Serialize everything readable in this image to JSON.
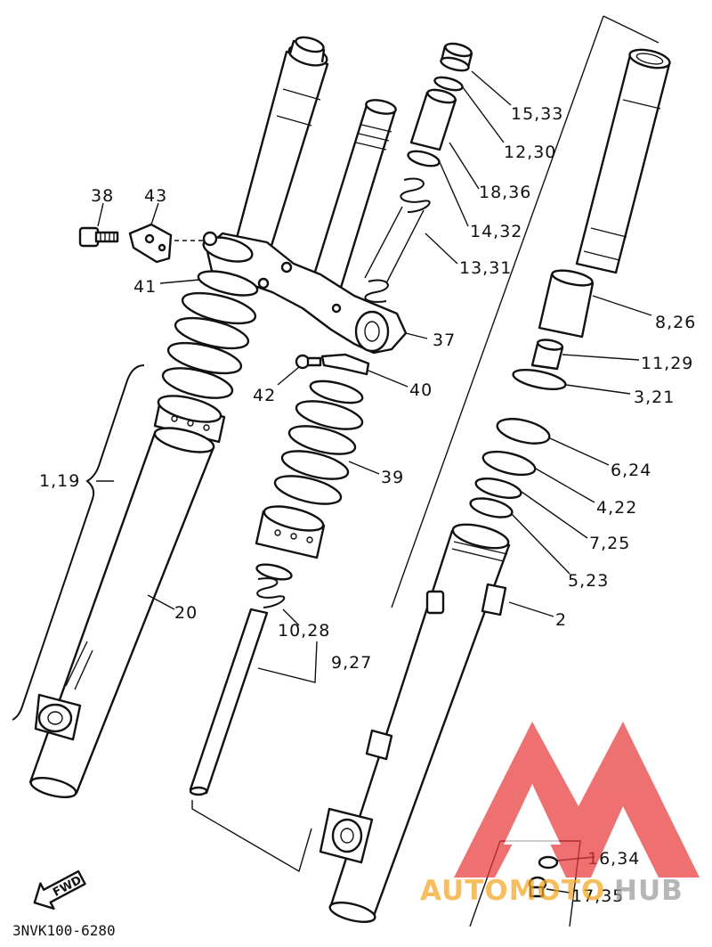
{
  "diagram": {
    "callouts": {
      "c15_33": "15,33",
      "c12_30": "12,30",
      "c18_36": "18,36",
      "c14_32": "14,32",
      "c13_31": "13,31",
      "c38": "38",
      "c43": "43",
      "c41": "41",
      "c37": "37",
      "c8_26": "8,26",
      "c11_29": "11,29",
      "c3_21": "3,21",
      "c42": "42",
      "c40": "40",
      "c6_24": "6,24",
      "c1_19": "1,19",
      "c39": "39",
      "c4_22": "4,22",
      "c7_25": "7,25",
      "c5_23": "5,23",
      "c20": "20",
      "c2": "2",
      "c10_28": "10,28",
      "c9_27": "9,27",
      "c16_34": "16,34",
      "c17_35": "17,35"
    },
    "fwd_label": "FWD",
    "diagram_code": "3NVK100-6280"
  },
  "watermark": {
    "word_orange": "AUTOMOTO",
    "word_grey": "HUB",
    "color_red": "#e83a3a",
    "color_orange": "#f5a623",
    "color_grey": "#9b9b9b"
  }
}
